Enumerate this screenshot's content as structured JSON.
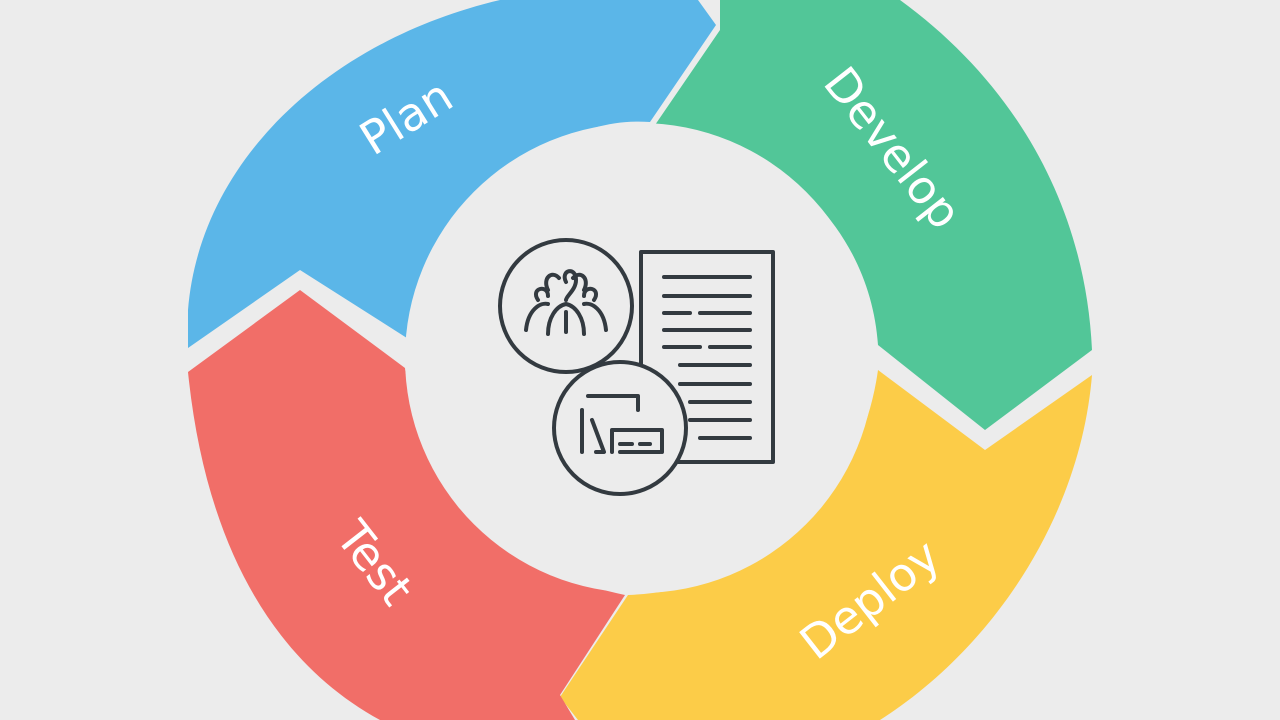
{
  "cycle": {
    "stages": [
      {
        "label": "Plan",
        "color": "#5bb6e8"
      },
      {
        "label": "Develop",
        "color": "#52c698"
      },
      {
        "label": "Deploy",
        "color": "#fccc48"
      },
      {
        "label": "Test",
        "color": "#f16e68"
      }
    ],
    "background": "#ececec",
    "center_fill": "#ececec"
  },
  "center_icon": {
    "team_icon": "team-people-icon",
    "document_icon": "document-lines-icon",
    "workspace_icon": "workspace-icon"
  }
}
